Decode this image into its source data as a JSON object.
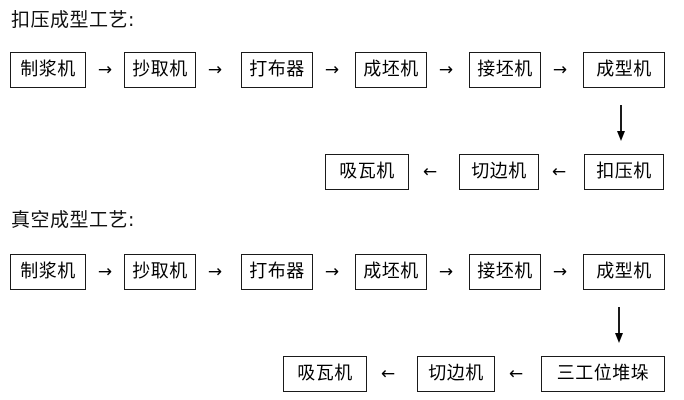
{
  "diagram": {
    "title_kouya": "扣压成型工艺:",
    "title_zhenkong": "真空成型工艺:",
    "arrow_right": "→",
    "arrow_left": "←",
    "arrow_down_icon": "arrow-down-icon"
  },
  "sections": [
    {
      "id": "kouya",
      "title": "扣压成型工艺:",
      "row1": [
        {
          "label": "制浆机"
        },
        {
          "label": "抄取机"
        },
        {
          "label": "打布器"
        },
        {
          "label": "成坯机"
        },
        {
          "label": "接坯机"
        },
        {
          "label": "成型机"
        }
      ],
      "row1_connectors": [
        "→",
        "→",
        "→",
        "→",
        "→"
      ],
      "vertical_connector": "↓",
      "row2": [
        {
          "label": "吸瓦机"
        },
        {
          "label": "切边机"
        },
        {
          "label": "扣压机"
        }
      ],
      "row2_connectors": [
        "←",
        "←"
      ]
    },
    {
      "id": "zhenkong",
      "title": "真空成型工艺:",
      "row1": [
        {
          "label": "制浆机"
        },
        {
          "label": "抄取机"
        },
        {
          "label": "打布器"
        },
        {
          "label": "成坯机"
        },
        {
          "label": "接坯机"
        },
        {
          "label": "成型机"
        }
      ],
      "row1_connectors": [
        "→",
        "→",
        "→",
        "→",
        "→"
      ],
      "vertical_connector": "↓",
      "row2": [
        {
          "label": "吸瓦机"
        },
        {
          "label": "切边机"
        },
        {
          "label": "三工位堆垛"
        }
      ],
      "row2_connectors": [
        "←",
        "←"
      ]
    }
  ],
  "colors": {
    "background": "#ffffff",
    "text": "#000000",
    "border": "#1a1a1a"
  }
}
